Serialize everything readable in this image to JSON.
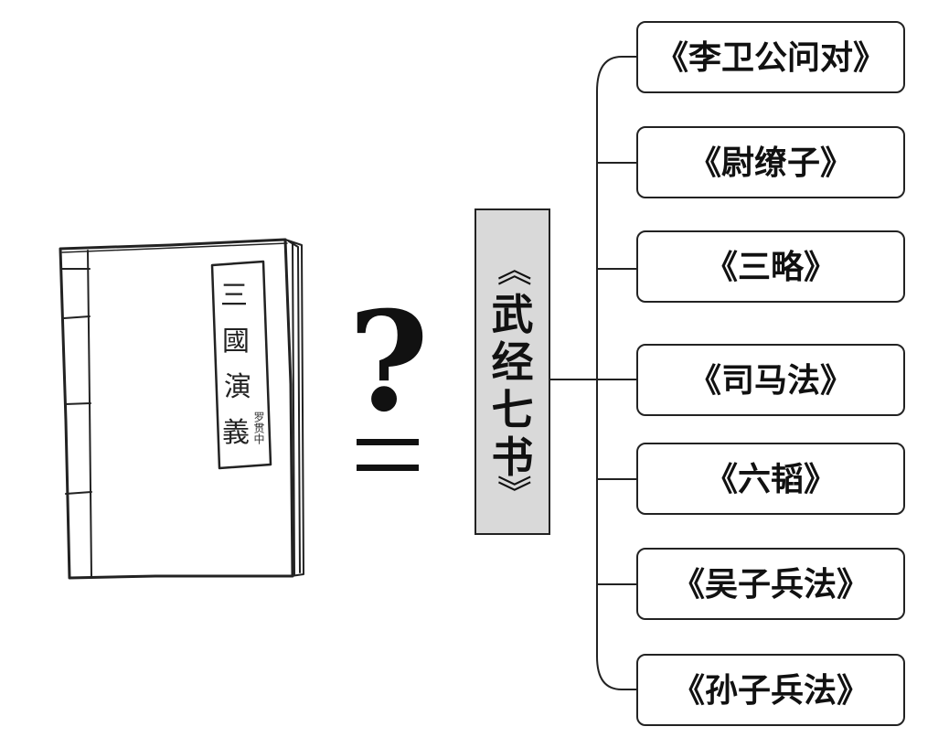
{
  "diagram": {
    "cover_label": [
      "三",
      "國",
      "演",
      "義"
    ],
    "cover_author": "罗贯中",
    "question_mark": "?",
    "equals_sign": "=",
    "center_title": {
      "open_mark": "《",
      "chars": [
        "武",
        "经",
        "七",
        "书"
      ],
      "close_mark": "》"
    },
    "books": [
      "《李卫公问对》",
      "《尉缭子》",
      "《三略》",
      "《司马法》",
      "《六韬》",
      "《吴子兵法》",
      "《孙子兵法》"
    ],
    "colors": {
      "stroke": "#222222",
      "center_fill": "#d9d9d9",
      "box_fill": "#ffffff"
    }
  }
}
